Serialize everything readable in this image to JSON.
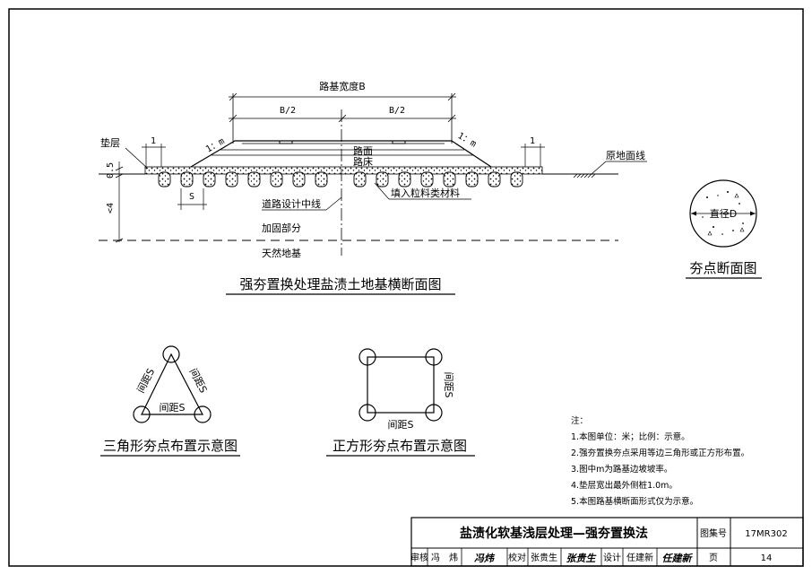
{
  "cross_section": {
    "roadbed_width": "路基宽度B",
    "half_left": "B/2",
    "half_right": "B/2",
    "cushion": "垫层",
    "pad_width_left": "1",
    "pad_width_right": "1",
    "slope_left": "1：m",
    "slope_right": "1：m",
    "pavement": "路面",
    "roadbed": "路床",
    "original_ground": "原地面线",
    "dim_05": "0.5",
    "dim_spacing": "S",
    "dim_depth": "<4",
    "centerline": "道路设计中线",
    "fill_material": "填入粒料类材料",
    "reinforced": "加固部分",
    "natural_base": "天然地基",
    "title": "强夯置换处理盐渍土地基横断面图"
  },
  "point_section": {
    "diameter": "直径D",
    "title": "夯点断面图"
  },
  "triangle_layout": {
    "left_side": "间距S",
    "right_side": "间距S",
    "bottom_side": "间距S",
    "title": "三角形夯点布置示意图"
  },
  "square_layout": {
    "right_side": "间距S",
    "bottom_side": "间距S",
    "title": "正方形夯点布置示意图"
  },
  "notes": {
    "heading": "注：",
    "items": [
      "1.本图单位：米；比例：示意。",
      "2.强夯置换夯点采用等边三角形或正方形布置。",
      "3.图中m为路基边坡坡率。",
      "4.垫层宽出最外侧桩1.0m。",
      "5.本图路基横断面形式仅为示意。"
    ]
  },
  "title_block": {
    "drawing_title": "盐渍化软基浅层处理—强夯置换法",
    "atlas_label": "图集号",
    "atlas_no": "17MR302",
    "review_label": "审核",
    "reviewer": "冯　炜",
    "reviewer_sig": "冯炜",
    "check_label": "校对",
    "checker": "张贵生",
    "checker_sig": "张贵生",
    "design_label": "设计",
    "designer": "任建新",
    "designer_sig": "任建新",
    "page_label": "页",
    "page_no": "14"
  }
}
